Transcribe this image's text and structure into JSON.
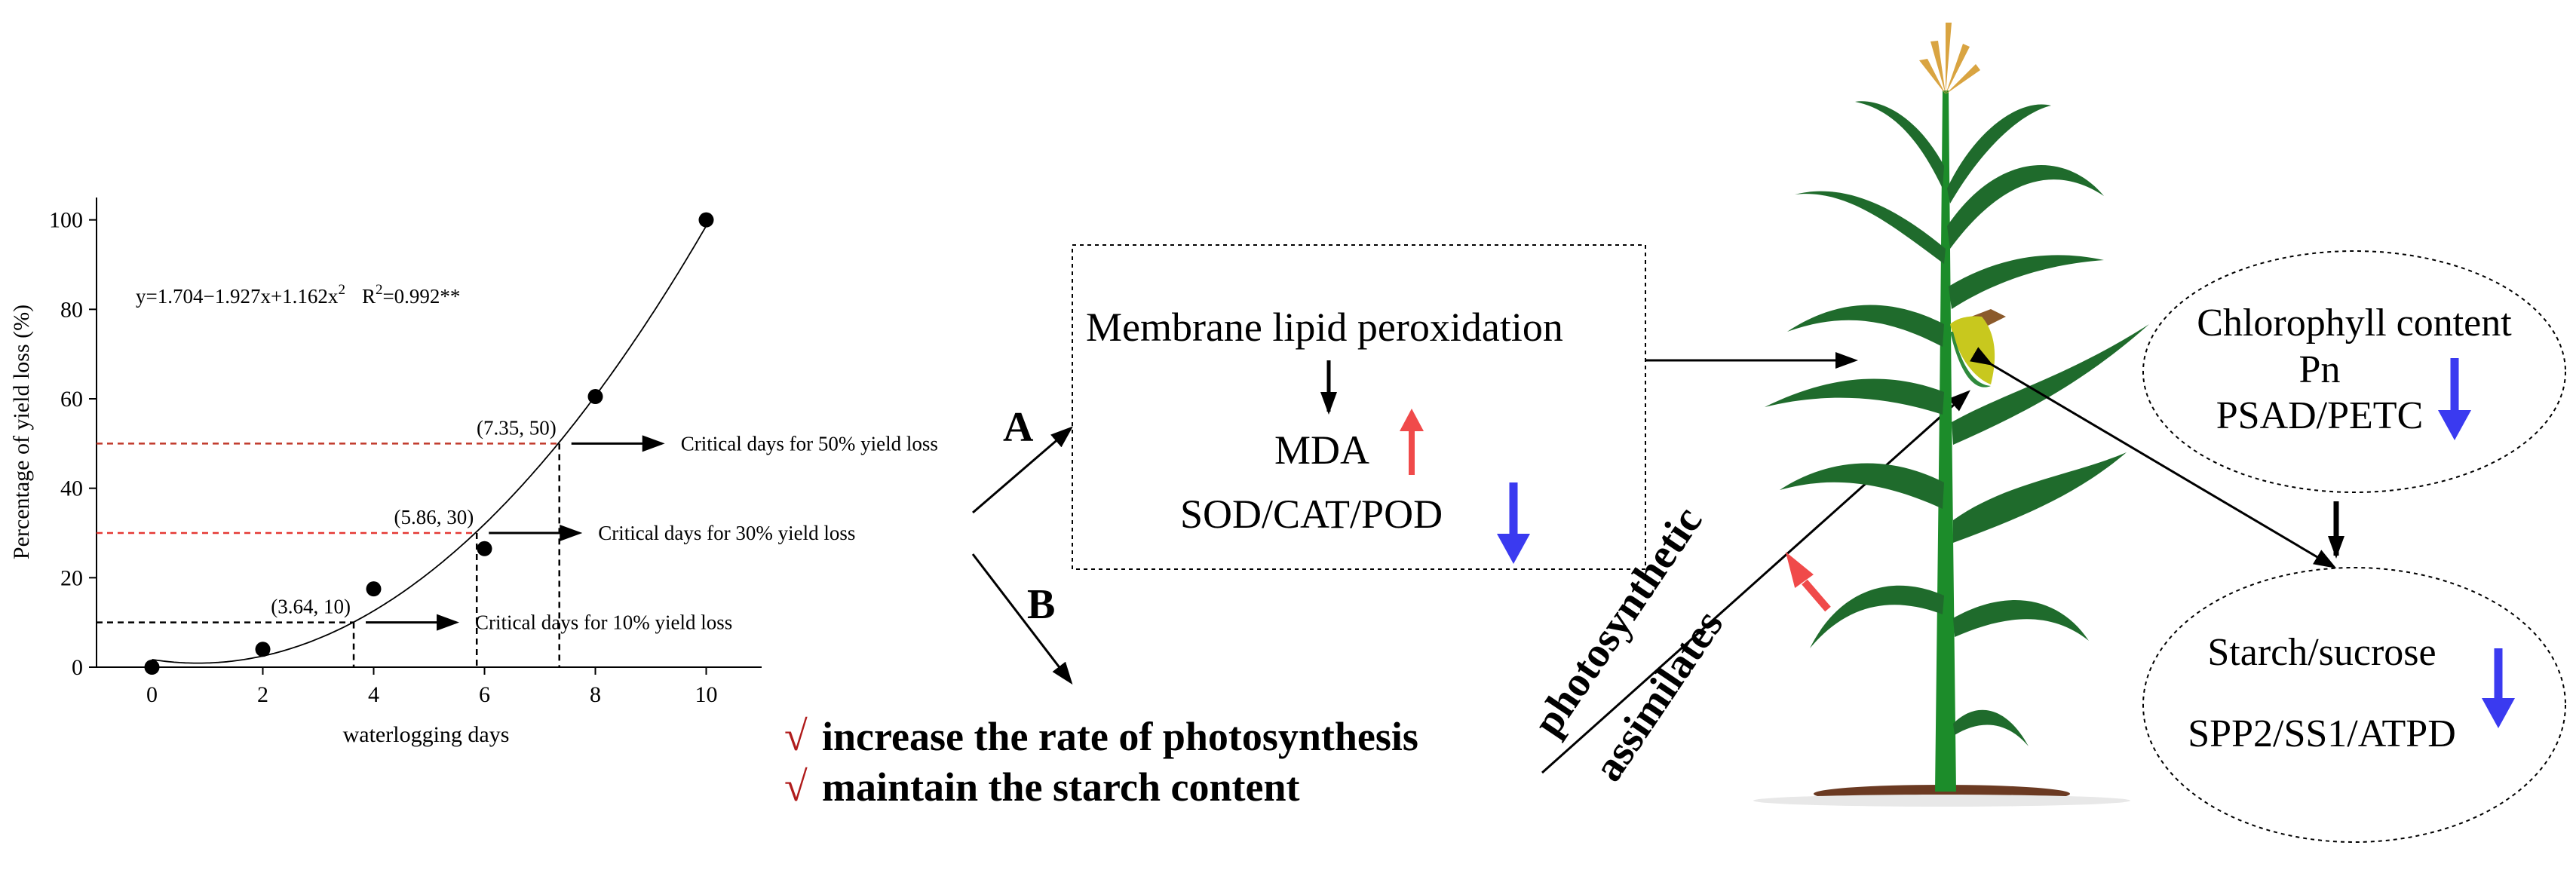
{
  "chart_data": {
    "type": "scatter",
    "title": "",
    "xlabel": "waterlogging days",
    "ylabel": "Percentage of yield loss (%)",
    "xlim": [
      -1,
      11
    ],
    "ylim": [
      0,
      105
    ],
    "xticks": [
      "0",
      "2",
      "4",
      "6",
      "8",
      "10"
    ],
    "yticks": [
      "0",
      "20",
      "40",
      "60",
      "80",
      "100"
    ],
    "grid": false,
    "points": [
      {
        "x": 0,
        "y": 0
      },
      {
        "x": 2,
        "y": 4
      },
      {
        "x": 4,
        "y": 17.5
      },
      {
        "x": 6,
        "y": 26.5
      },
      {
        "x": 8,
        "y": 60.5
      },
      {
        "x": 10,
        "y": 100
      }
    ],
    "fit": {
      "a": 1.704,
      "b": -1.927,
      "c": 1.162
    },
    "equation": "y=1.704−1.927x+1.162x",
    "equation_sup": "2",
    "r2_prefix": "R",
    "r2_sup": "2",
    "r2_value": "=0.992**",
    "thresholds": [
      {
        "x": 7.35,
        "y": 50,
        "label": "(7.35, 50)",
        "color": "#c0392b",
        "critical": "Critical days for 50% yield loss"
      },
      {
        "x": 5.86,
        "y": 30,
        "label": "(5.86, 30)",
        "color": "#e53935",
        "critical": "Critical days for 30% yield loss"
      },
      {
        "x": 3.64,
        "y": 10,
        "label": "(3.64, 10)",
        "color": "#000000",
        "critical": "Critical days for 10% yield loss"
      }
    ]
  },
  "diagram": {
    "branch_a": "A",
    "branch_b": "B",
    "box": {
      "title": "Membrane lipid peroxidation",
      "mda": "MDA",
      "enzymes": "SOD/CAT/POD"
    },
    "benefits": [
      {
        "check": "√",
        "text": "increase the rate of photosynthesis"
      },
      {
        "check": "√",
        "text": "maintain the starch content"
      }
    ],
    "assimilate_label_1": "photosynthetic",
    "assimilate_label_2": "assimilates",
    "ellipse_top": [
      "Chlorophyll content",
      "Pn",
      "PSAD/PETC"
    ],
    "ellipse_bottom": [
      "Starch/sucrose",
      "SPP2/SS1/ATPD"
    ]
  },
  "colors": {
    "up_arrow": "#f04a4a",
    "down_arrow": "#3a3af0",
    "check": "#b01c1c",
    "leaf": "#1f6b2c",
    "leaf_light": "#2f8a3c",
    "stem": "#1c8c2a",
    "soil": "#6b3a22",
    "tassel": "#d9a441",
    "ear": "#c8c81e"
  }
}
